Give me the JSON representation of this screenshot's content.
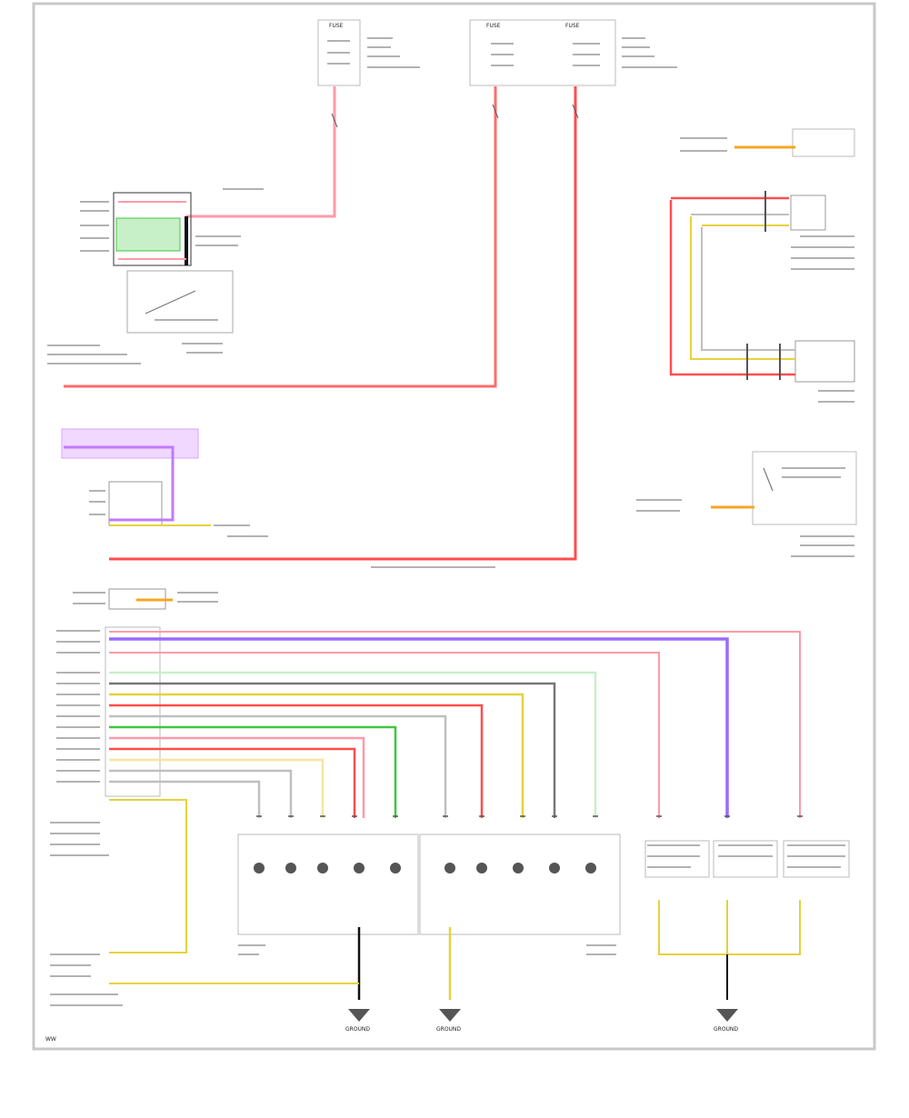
{
  "diagram": {
    "page_tag": "WW",
    "fuses": [
      "FUSE",
      "FUSE",
      "FUSE"
    ],
    "ground_labels": [
      "GROUND",
      "GROUND",
      "GROUND"
    ],
    "colors": {
      "red": "#ff4d4d",
      "pink": "#ff9aa8",
      "violet": "#c27aff",
      "purple": "#9b6bff",
      "green": "#3cc83c",
      "yellow": "#e6d23c",
      "gray": "#bfbfbf",
      "orange": "#f5a623",
      "black": "#111111"
    }
  }
}
